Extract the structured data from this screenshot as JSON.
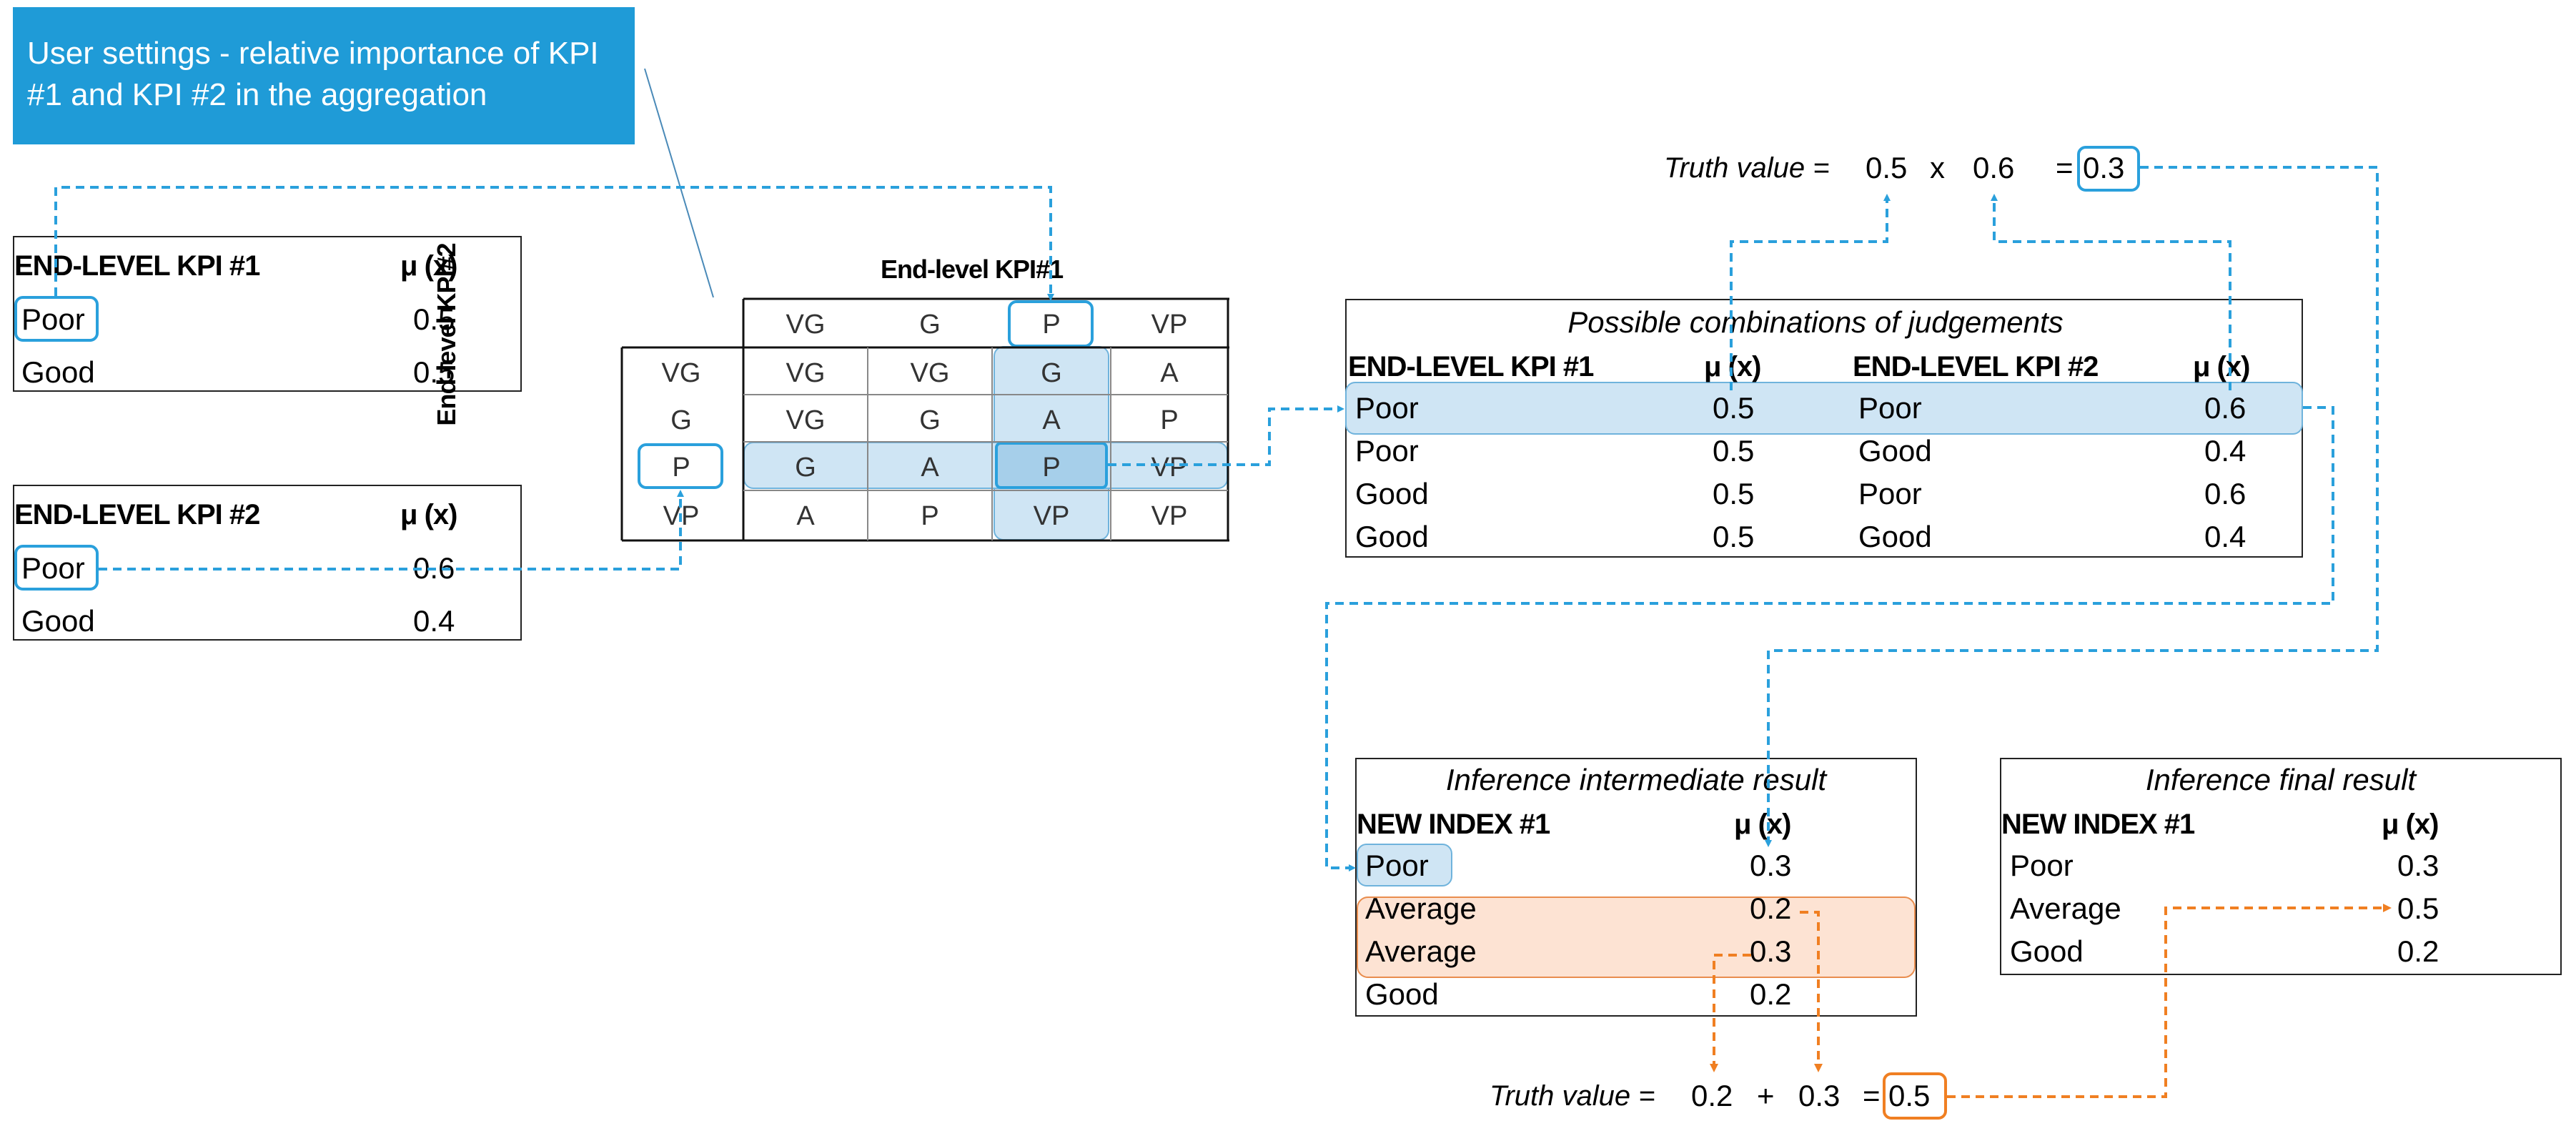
{
  "callout": {
    "text": "User settings - relative importance of KPI #1 and KPI #2 in the aggregation"
  },
  "kpi1_table": {
    "header_name": "END-LEVEL KPI #1",
    "header_mu": "μ (x)",
    "rows": [
      {
        "label": "Poor",
        "value": "0.5"
      },
      {
        "label": "Good",
        "value": "0.5"
      }
    ]
  },
  "kpi2_table": {
    "header_name": "END-LEVEL KPI #2",
    "header_mu": "μ (x)",
    "rows": [
      {
        "label": "Poor",
        "value": "0.6"
      },
      {
        "label": "Good",
        "value": "0.4"
      }
    ]
  },
  "matrix": {
    "col_title": "End-level KPI#1",
    "row_title": "End-level KPI#2",
    "col_headers": [
      "VG",
      "G",
      "P",
      "VP"
    ],
    "row_headers": [
      "VG",
      "G",
      "P",
      "VP"
    ],
    "cells": [
      [
        "VG",
        "VG",
        "G",
        "A"
      ],
      [
        "VG",
        "G",
        "A",
        "P"
      ],
      [
        "G",
        "A",
        "P",
        "VP"
      ],
      [
        "A",
        "P",
        "VP",
        "VP"
      ]
    ]
  },
  "truth_top": {
    "label": "Truth value =",
    "a": "0.5",
    "op": "x",
    "b": "0.6",
    "eq": "=",
    "result": "0.3"
  },
  "combinations": {
    "title": "Possible combinations of judgements",
    "h1": "END-LEVEL KPI #1",
    "h_mu1": "μ (x)",
    "h2": "END-LEVEL KPI #2",
    "h_mu2": "μ (x)",
    "rows": [
      {
        "k1": "Poor",
        "v1": "0.5",
        "k2": "Poor",
        "v2": "0.6"
      },
      {
        "k1": "Poor",
        "v1": "0.5",
        "k2": "Good",
        "v2": "0.4"
      },
      {
        "k1": "Good",
        "v1": "0.5",
        "k2": "Poor",
        "v2": "0.6"
      },
      {
        "k1": "Good",
        "v1": "0.5",
        "k2": "Good",
        "v2": "0.4"
      }
    ]
  },
  "intermediate": {
    "title": "Inference intermediate result",
    "header_name": "NEW INDEX #1",
    "header_mu": "μ (x)",
    "rows": [
      {
        "label": "Poor",
        "value": "0.3"
      },
      {
        "label": "Average",
        "value": "0.2"
      },
      {
        "label": "Average",
        "value": "0.3"
      },
      {
        "label": "Good",
        "value": "0.2"
      }
    ]
  },
  "final": {
    "title": "Inference final result",
    "header_name": "NEW INDEX #1",
    "header_mu": "μ (x)",
    "rows": [
      {
        "label": "Poor",
        "value": "0.3"
      },
      {
        "label": "Average",
        "value": "0.5"
      },
      {
        "label": "Good",
        "value": "0.2"
      }
    ]
  },
  "truth_bottom": {
    "label": "Truth value =",
    "a": "0.2",
    "op": "+",
    "b": "0.3",
    "eq": "=",
    "result": "0.5"
  },
  "colors": {
    "blue_accent": "#2aa0dc",
    "callout_bg": "#1f9bd7",
    "orange_accent": "#f07f22",
    "blue_fill": "#cfe5f4",
    "orange_fill": "#fde3d3"
  }
}
